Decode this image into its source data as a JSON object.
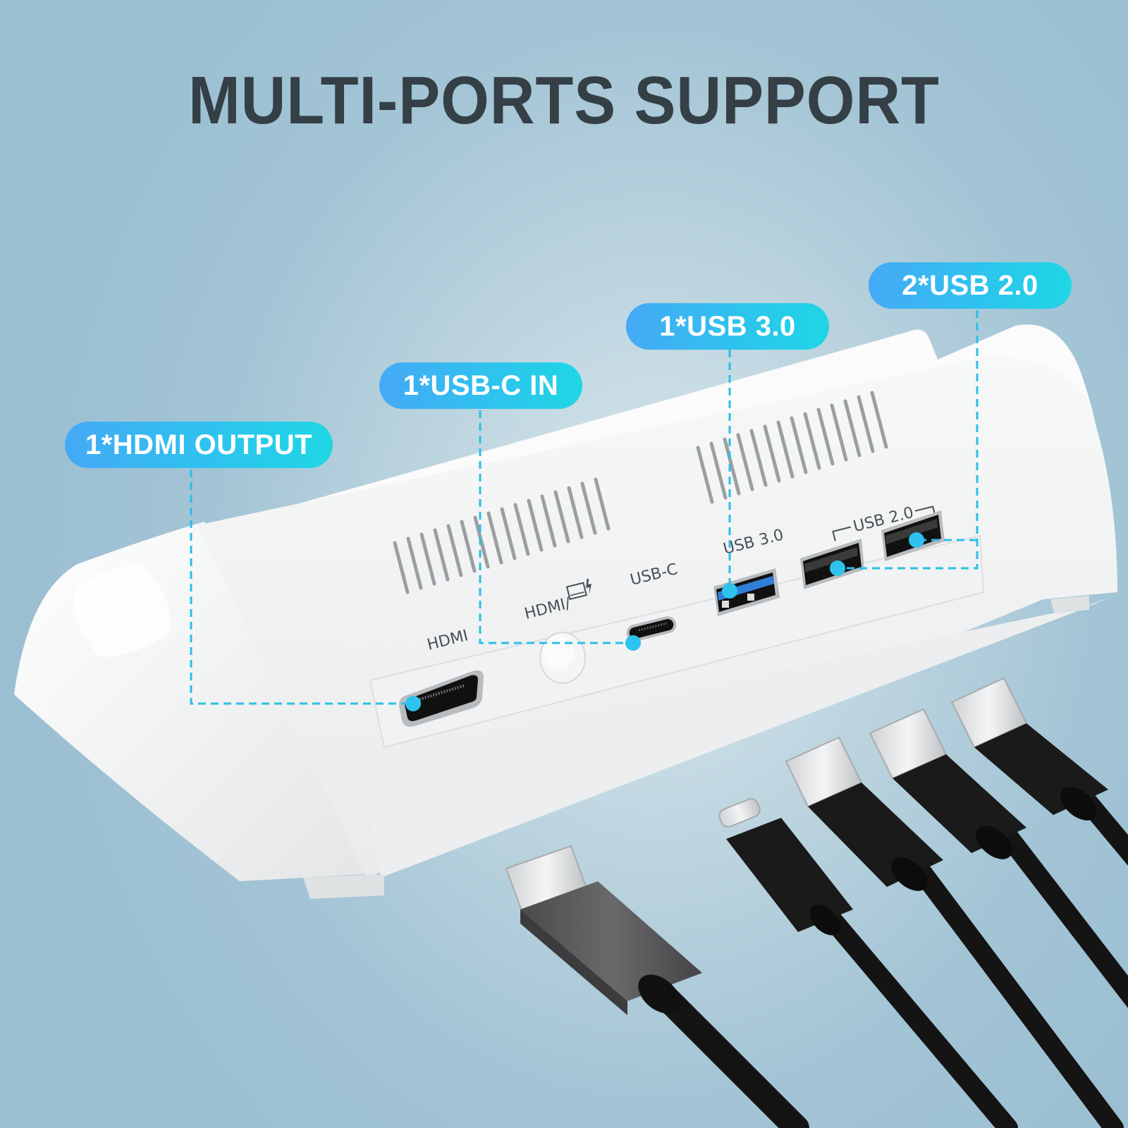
{
  "header": {
    "title": "MULTI-PORTS SUPPORT"
  },
  "callouts": [
    {
      "id": "hdmi",
      "label": "1*HDMI OUTPUT"
    },
    {
      "id": "usbc",
      "label": "1*USB-C IN"
    },
    {
      "id": "usb3",
      "label": "1*USB 3.0"
    },
    {
      "id": "usb2",
      "label": "2*USB 2.0"
    }
  ],
  "device": {
    "port_labels": {
      "hdmi": "HDMI",
      "switch": "HDMI/",
      "usbc": "USB-C",
      "usb3": "USB 3.0",
      "usb2": "USB 2.0"
    }
  },
  "colors": {
    "title": "#343f46",
    "pill_start": "#45a9f6",
    "pill_end": "#1fd6e4",
    "callout_line": "#29bfe6",
    "callout_dot": "#2ec3ee",
    "usb3_blue": "#2f7fd8",
    "device_white": "#f3f4f4",
    "cable_black": "#161616",
    "hdmi_plug_gray": "#5a5a5c"
  },
  "cables": [
    {
      "type": "HDMI"
    },
    {
      "type": "USB-C"
    },
    {
      "type": "USB-A"
    },
    {
      "type": "USB-A"
    },
    {
      "type": "USB-A"
    }
  ]
}
